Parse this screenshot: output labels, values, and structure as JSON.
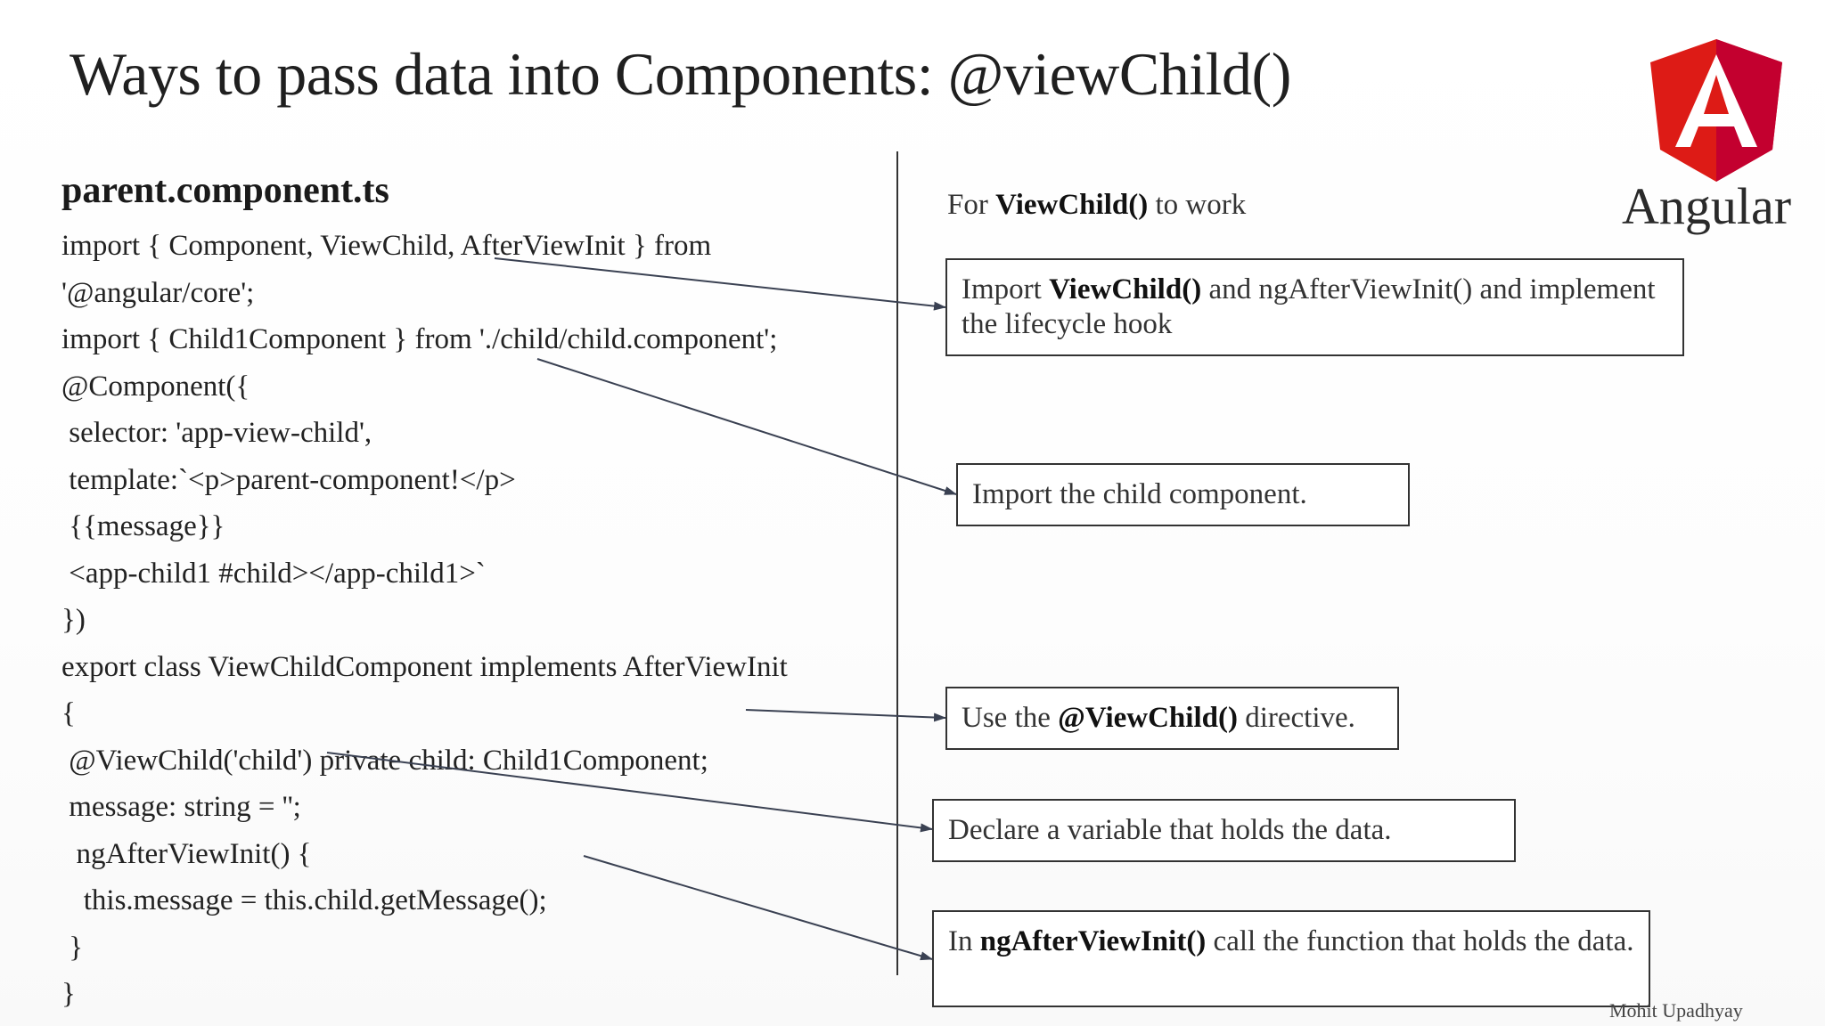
{
  "title": "Ways to pass data into Components: @viewChild()",
  "file_heading": "parent.component.ts",
  "code_lines": [
    "import { Component, ViewChild, AfterViewInit } from",
    "'@angular/core';",
    "import { Child1Component } from './child/child.component';",
    "@Component({",
    " selector: 'app-view-child',",
    " template:`<p>parent-component!</p>",
    " {{message}}",
    " <app-child1 #child></app-child1>`",
    "})",
    "export class ViewChildComponent implements AfterViewInit",
    "{",
    " @ViewChild('child') private child: Child1Component;",
    " message: string = '';",
    "  ngAfterViewInit() {",
    "   this.message = this.child.getMessage();",
    " }",
    "}"
  ],
  "notes": {
    "header_prefix": "For ",
    "header_bold": "ViewChild()",
    "header_suffix": " to work",
    "box1": {
      "prefix": "Import ",
      "bold": "ViewChild()",
      "suffix": " and ngAfterViewInit() and implement the lifecycle hook"
    },
    "box2": {
      "text": "Import the child component."
    },
    "box3": {
      "prefix": "Use the ",
      "bold": "@ViewChild()",
      "suffix": " directive."
    },
    "box4": {
      "text": "Declare a variable that holds the data."
    },
    "box5": {
      "prefix": "In ",
      "bold": "ngAfterViewInit()",
      "suffix": " call the function that holds the data."
    }
  },
  "logo": {
    "letter": "A",
    "word": "Angular",
    "colors": {
      "left": "#dd1b16",
      "right": "#c3002f",
      "letter": "#ffffff"
    },
    "icon": "angular-shield-icon"
  },
  "author": "Mohit Upadhyay",
  "colors": {
    "text": "#222222",
    "arrow": "#3a4152",
    "box_border": "#333333"
  }
}
